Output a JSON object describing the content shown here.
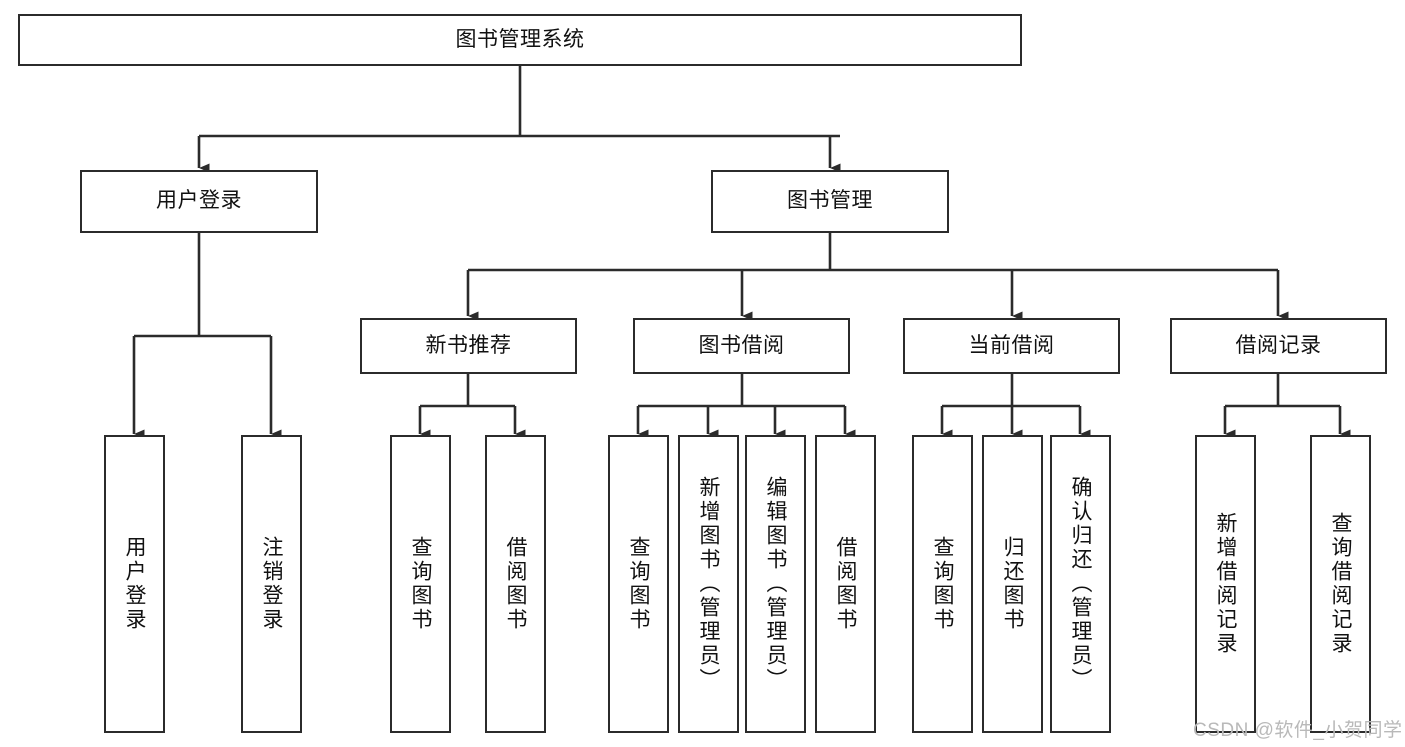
{
  "diagram": {
    "type": "hierarchy-tree",
    "title": "图书管理系统",
    "watermark": "CSDN @软件_小贺同学",
    "colors": {
      "stroke": "#2b2b2b",
      "fill": "#ffffff",
      "text": "#111111",
      "watermark": "#b9b9b9"
    },
    "root": {
      "label": "图书管理系统"
    },
    "level2": [
      {
        "label": "用户登录"
      },
      {
        "label": "图书管理"
      }
    ],
    "level3": [
      {
        "label": "新书推荐"
      },
      {
        "label": "图书借阅"
      },
      {
        "label": "当前借阅"
      },
      {
        "label": "借阅记录"
      }
    ],
    "leaves": {
      "user_login": [
        {
          "label": "用户登录"
        },
        {
          "label": "注销登录"
        }
      ],
      "new_book_recommend": [
        {
          "label": "查询图书"
        },
        {
          "label": "借阅图书"
        }
      ],
      "book_borrow": [
        {
          "label": "查询图书"
        },
        {
          "label": "新增图书（管理员）"
        },
        {
          "label": "编辑图书（管理员）"
        },
        {
          "label": "借阅图书"
        }
      ],
      "current_borrow": [
        {
          "label": "查询图书"
        },
        {
          "label": "归还图书"
        },
        {
          "label": "确认归还（管理员）"
        }
      ],
      "borrow_record": [
        {
          "label": "新增借阅记录"
        },
        {
          "label": "查询借阅记录"
        }
      ]
    }
  }
}
